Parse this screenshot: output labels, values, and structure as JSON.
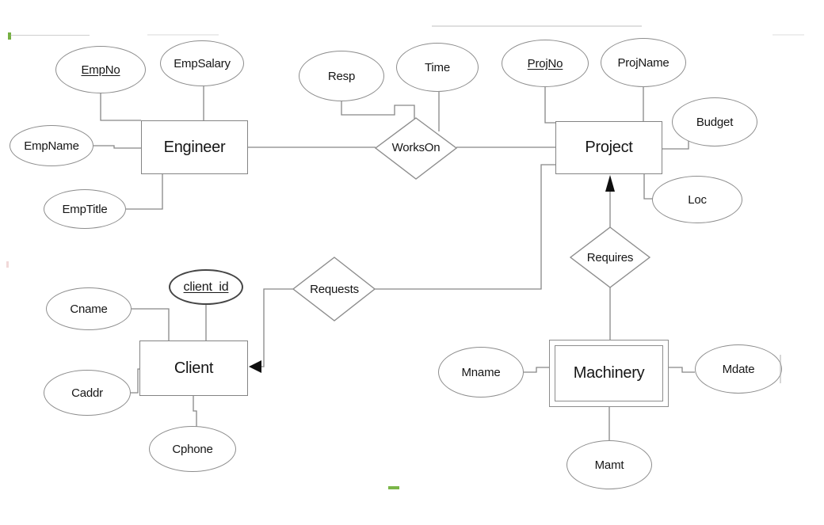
{
  "diagram": {
    "type": "entity-relationship",
    "colors": {
      "background": "#ffffff",
      "shape_outline": "#8d8d8d",
      "connector": "#878787",
      "text": "#161616",
      "key_attribute_outline": "#454545",
      "arrowhead": "#0f0f0f",
      "artifact_green": "#76b043"
    },
    "entities": {
      "engineer": {
        "label": "Engineer",
        "weak": false
      },
      "project": {
        "label": "Project",
        "weak": false
      },
      "client": {
        "label": "Client",
        "weak": false
      },
      "machinery": {
        "label": "Machinery",
        "weak": true
      }
    },
    "relationships": {
      "workson": {
        "label": "WorksOn"
      },
      "requires": {
        "label": "Requires"
      },
      "requests": {
        "label": "Requests"
      }
    },
    "attributes": {
      "empno": {
        "label": "EmpNo",
        "key": true,
        "attached_to": "Engineer"
      },
      "empsalary": {
        "label": "EmpSalary",
        "key": false,
        "attached_to": "Engineer"
      },
      "empname": {
        "label": "EmpName",
        "key": false,
        "attached_to": "Engineer"
      },
      "emptitle": {
        "label": "EmpTitle",
        "key": false,
        "attached_to": "Engineer"
      },
      "resp": {
        "label": "Resp",
        "key": false,
        "attached_to": "WorksOn"
      },
      "time": {
        "label": "Time",
        "key": false,
        "attached_to": "WorksOn"
      },
      "projno": {
        "label": "ProjNo",
        "key": true,
        "attached_to": "Project"
      },
      "projname": {
        "label": "ProjName",
        "key": false,
        "attached_to": "Project"
      },
      "budget": {
        "label": "Budget",
        "key": false,
        "attached_to": "Project"
      },
      "loc": {
        "label": "Loc",
        "key": false,
        "attached_to": "Project"
      },
      "client_id": {
        "label": "client_id",
        "key": true,
        "attached_to": "Client"
      },
      "cname": {
        "label": "Cname",
        "key": false,
        "attached_to": "Client"
      },
      "caddr": {
        "label": "Caddr",
        "key": false,
        "attached_to": "Client"
      },
      "cphone": {
        "label": "Cphone",
        "key": false,
        "attached_to": "Client"
      },
      "mname": {
        "label": "Mname",
        "key": false,
        "attached_to": "Machinery"
      },
      "mdate": {
        "label": "Mdate",
        "key": false,
        "attached_to": "Machinery"
      },
      "mamt": {
        "label": "Mamt",
        "key": false,
        "attached_to": "Machinery"
      }
    },
    "connections": [
      {
        "from": "Engineer",
        "to": "WorksOn",
        "arrow": false
      },
      {
        "from": "WorksOn",
        "to": "Project",
        "arrow": false
      },
      {
        "from": "Requests",
        "to": "Project",
        "arrow": false
      },
      {
        "from": "Requests",
        "to": "Client",
        "arrow": true
      },
      {
        "from": "Requires",
        "to": "Project",
        "arrow": true
      },
      {
        "from": "Requires",
        "to": "Machinery",
        "arrow": false
      }
    ]
  }
}
